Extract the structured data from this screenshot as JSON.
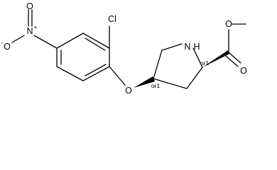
{
  "labels": {
    "nitro_n": "N",
    "nitro_n_charge": "+",
    "nitro_o_top": "O",
    "nitro_o_left": "O",
    "nitro_o_left_charge": "-",
    "chlorine": "Cl",
    "ether_o": "O",
    "ring_n": "N",
    "ring_h": "H",
    "stereo_c4": "or1",
    "stereo_c2": "or1",
    "ester_o_single": "O",
    "ester_o_double": "O"
  }
}
